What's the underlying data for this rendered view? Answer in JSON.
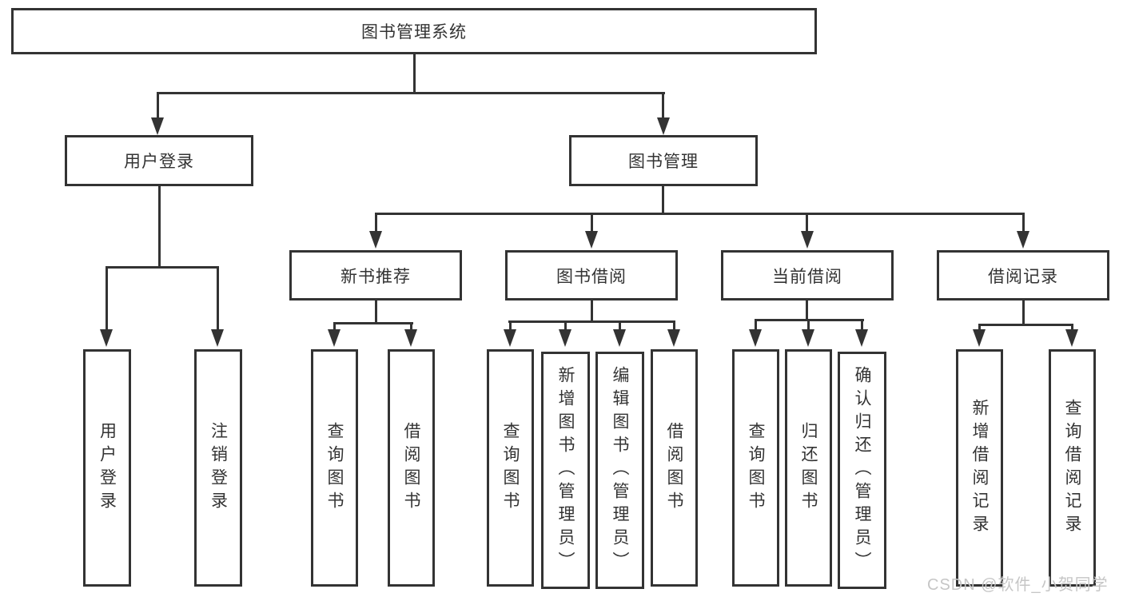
{
  "diagram": {
    "root": {
      "label": "图书管理系统",
      "children": [
        {
          "label": "用户登录",
          "children": [
            {
              "label": "用户登录"
            },
            {
              "label": "注销登录"
            }
          ]
        },
        {
          "label": "图书管理",
          "children": [
            {
              "label": "新书推荐",
              "children": [
                {
                  "label": "查询图书"
                },
                {
                  "label": "借阅图书"
                }
              ]
            },
            {
              "label": "图书借阅",
              "children": [
                {
                  "label": "查询图书"
                },
                {
                  "label": "新增图书（管理员）"
                },
                {
                  "label": "编辑图书（管理员）"
                },
                {
                  "label": "借阅图书"
                }
              ]
            },
            {
              "label": "当前借阅",
              "children": [
                {
                  "label": "查询图书"
                },
                {
                  "label": "归还图书"
                },
                {
                  "label": "确认归还（管理员）"
                }
              ]
            },
            {
              "label": "借阅记录",
              "children": [
                {
                  "label": "新增借阅记录"
                },
                {
                  "label": "查询借阅记录"
                }
              ]
            }
          ]
        }
      ]
    }
  },
  "watermark": {
    "text": "CSDN @软件_小贺同学"
  },
  "colors": {
    "line": "#333333",
    "text": "#333333",
    "watermark": "#c6c6c6",
    "background": "#ffffff"
  }
}
